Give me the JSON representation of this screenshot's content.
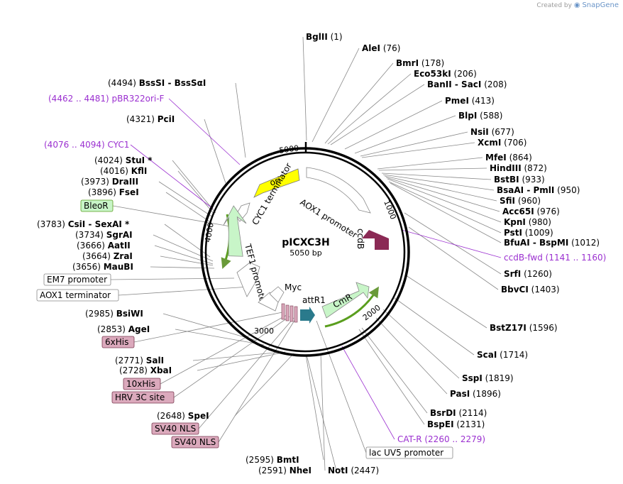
{
  "credit": {
    "prefix": "Created by",
    "brand": "SnapGene"
  },
  "plasmid": {
    "name": "pICXC3H",
    "size": "5050 bp"
  },
  "ticks": [
    "1000",
    "2000",
    "3000",
    "4000",
    "5000"
  ],
  "enzymes": [
    {
      "name": "BglII",
      "pos": "(1)"
    },
    {
      "name": "AleI",
      "pos": "(76)"
    },
    {
      "name": "BmrI",
      "pos": "(178)"
    },
    {
      "name": "Eco53kI",
      "pos": "(206)"
    },
    {
      "name": "BanII",
      "alt": "SacI",
      "pos": "(208)"
    },
    {
      "name": "PmeI",
      "pos": "(413)"
    },
    {
      "name": "BlpI",
      "pos": "(588)"
    },
    {
      "name": "NsiI",
      "pos": "(677)"
    },
    {
      "name": "XcmI",
      "pos": "(706)"
    },
    {
      "name": "MfeI",
      "pos": "(864)"
    },
    {
      "name": "HindIII",
      "pos": "(872)"
    },
    {
      "name": "BstBI",
      "pos": "(933)"
    },
    {
      "name": "BsaAI",
      "alt": "PmlI",
      "pos": "(950)"
    },
    {
      "name": "SfiI",
      "pos": "(960)"
    },
    {
      "name": "Acc65I",
      "pos": "(976)"
    },
    {
      "name": "KpnI",
      "pos": "(980)"
    },
    {
      "name": "PstI",
      "pos": "(1009)"
    },
    {
      "name": "BfuAI",
      "alt": "BspMI",
      "pos": "(1012)"
    },
    {
      "name": "SrfI",
      "pos": "(1260)"
    },
    {
      "name": "BbvCI",
      "pos": "(1403)"
    },
    {
      "name": "BstZ17I",
      "pos": "(1596)"
    },
    {
      "name": "ScaI",
      "pos": "(1714)"
    },
    {
      "name": "SspI",
      "pos": "(1819)"
    },
    {
      "name": "PasI",
      "pos": "(1896)"
    },
    {
      "name": "BsrDI",
      "pos": "(2114)"
    },
    {
      "name": "BspEI",
      "pos": "(2131)"
    },
    {
      "name": "NotI",
      "pos": "(2447)"
    },
    {
      "name": "NheI",
      "pos": "(2591)"
    },
    {
      "name": "BmtI",
      "pos": "(2595)"
    },
    {
      "name": "SpeI",
      "pos": "(2648)"
    },
    {
      "name": "XbaI",
      "pos": "(2728)"
    },
    {
      "name": "SalI",
      "pos": "(2771)"
    },
    {
      "name": "AgeI",
      "pos": "(2853)"
    },
    {
      "name": "BsiWI",
      "pos": "(2985)"
    },
    {
      "name": "MauBI",
      "pos": "(3656)"
    },
    {
      "name": "ZraI",
      "pos": "(3664)"
    },
    {
      "name": "AatII",
      "pos": "(3666)"
    },
    {
      "name": "SgrAI",
      "pos": "(3734)"
    },
    {
      "name": "CsiI",
      "alt": "SexAI *",
      "pos": "(3783)"
    },
    {
      "name": "FseI",
      "pos": "(3896)"
    },
    {
      "name": "DraIII",
      "pos": "(3973)"
    },
    {
      "name": "KflI",
      "pos": "(4016)"
    },
    {
      "name": "StuI *",
      "pos": "(4024)"
    },
    {
      "name": "PciI",
      "pos": "(4321)"
    },
    {
      "name": "BssSI",
      "alt": "BssSαI",
      "pos": "(4494)"
    }
  ],
  "primers": [
    {
      "name": "pBR322ori-F",
      "range": "(4462 .. 4481)"
    },
    {
      "name": "CYC1",
      "range": "(4076 .. 4094)"
    },
    {
      "name": "ccdB-fwd",
      "range": "(1141 .. 1160)"
    },
    {
      "name": "CAT-R",
      "range": "(2260 .. 2279)"
    }
  ],
  "boxed_features": [
    "BleoR",
    "EM7 promoter",
    "AOX1 terminator",
    "6xHis",
    "10xHis",
    "HRV 3C site",
    "SV40 NLS",
    "SV40 NLS",
    "lac UV5 promoter"
  ],
  "inner_features": {
    "ori": "ori",
    "cyc1": "CYC1 terminator",
    "aox1": "AOX1 promoter",
    "ccdb": "ccdB",
    "tef1": "TEF1 promoter",
    "myc": "Myc",
    "attr1": "attR1",
    "cmr": "CmR"
  },
  "colors": {
    "primer": "#9b30d0",
    "ori": "#ffff00",
    "ccdb": "#8b2a55",
    "cmr": "#c8f5c8",
    "tag": "#dba9bc",
    "green_box": "#c8f5c8",
    "arc_green": "#5a9e1e",
    "teal": "#2a7a8c"
  }
}
